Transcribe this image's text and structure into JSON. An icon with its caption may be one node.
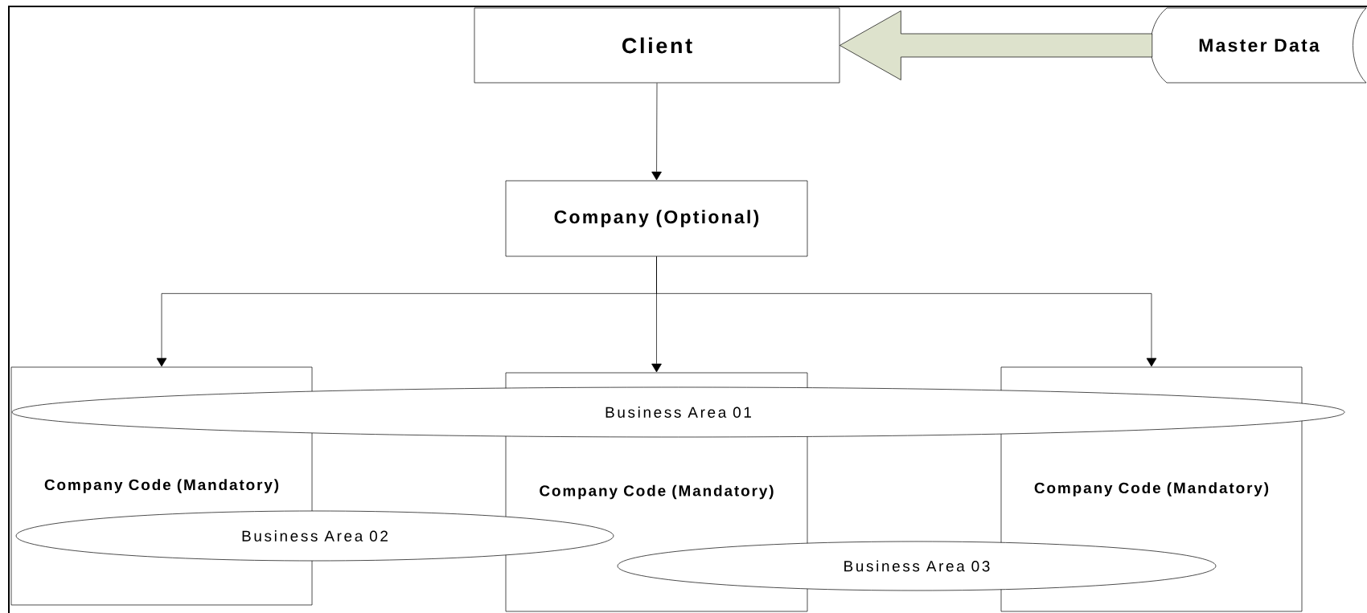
{
  "diagram": {
    "nodes": [
      {
        "text": [
          "Client"
        ]
      },
      {
        "text": [
          "Master Data"
        ]
      },
      {
        "text": [
          "Company (Optional)"
        ]
      },
      {
        "text": [
          "Company Code (Mandatory)"
        ]
      },
      {
        "text": [
          "Company Code (Mandatory)"
        ]
      },
      {
        "text": [
          "Company Code (Mandatory)"
        ]
      },
      {
        "text": [
          "Business Area 01"
        ]
      },
      {
        "text": [
          "Business Area 02"
        ]
      },
      {
        "text": [
          "Business Area 03"
        ]
      }
    ],
    "edges": [
      {
        "from": 1,
        "to": 0,
        "arrow": "to",
        "style": "thick",
        "color": "#dde2cc"
      },
      {
        "from": 0,
        "to": 2,
        "arrow": "to"
      },
      {
        "from": 2,
        "to": 3,
        "arrow": "to"
      },
      {
        "from": 2,
        "to": 4,
        "arrow": "to"
      },
      {
        "from": 2,
        "to": 5,
        "arrow": "to"
      }
    ]
  }
}
